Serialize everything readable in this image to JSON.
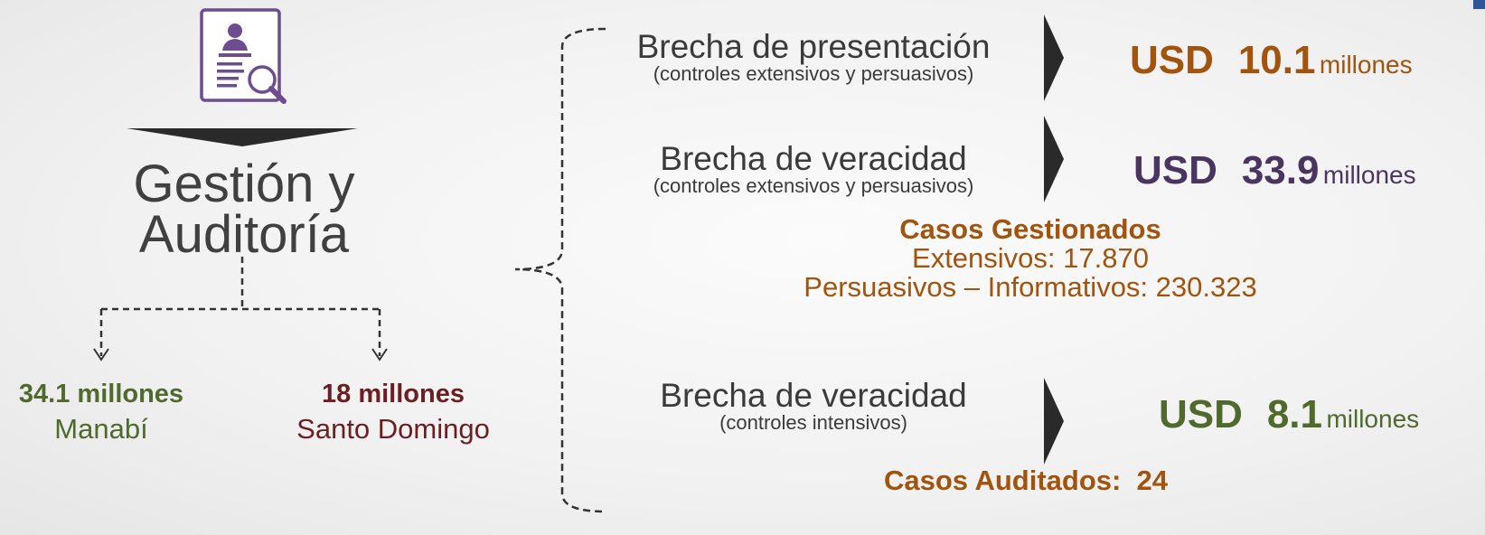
{
  "left": {
    "title_line1": "Gestión y",
    "title_line2": "Auditoría",
    "regions": [
      {
        "amount": "34.1 millones",
        "name": "Manabí",
        "color": "#4f6a2c"
      },
      {
        "amount": "18 millones",
        "name": "Santo Domingo",
        "color": "#6b1f23"
      }
    ],
    "icon": "document-person-magnifier-icon"
  },
  "right": {
    "items": [
      {
        "title": "Brecha de presentación",
        "subtitle": "(controles extensivos y persuasivos)",
        "currency": "USD",
        "value": "10.1",
        "unit": "millones",
        "color": "#a0540d"
      },
      {
        "title": "Brecha de veracidad",
        "subtitle": "(controles extensivos y persuasivos)",
        "currency": "USD",
        "value": "33.9",
        "unit": "millones",
        "color": "#4a3560"
      },
      {
        "title": "Brecha de veracidad",
        "subtitle": "(controles intensivos)",
        "currency": "USD",
        "value": "8.1",
        "unit": "millones",
        "color": "#4f6a2c"
      }
    ],
    "casos_gestionados": {
      "title": "Casos Gestionados",
      "line1": "Extensivos: 17.870",
      "line2": "Persuasivos – Informativos: 230.323"
    },
    "casos_auditados": "Casos Auditados:  24"
  },
  "colors": {
    "accent_orange": "#a0540d",
    "accent_purple": "#4a3560",
    "accent_green": "#4f6a2c",
    "accent_maroon": "#6b1f23",
    "icon_purple": "#6d4c8f"
  }
}
